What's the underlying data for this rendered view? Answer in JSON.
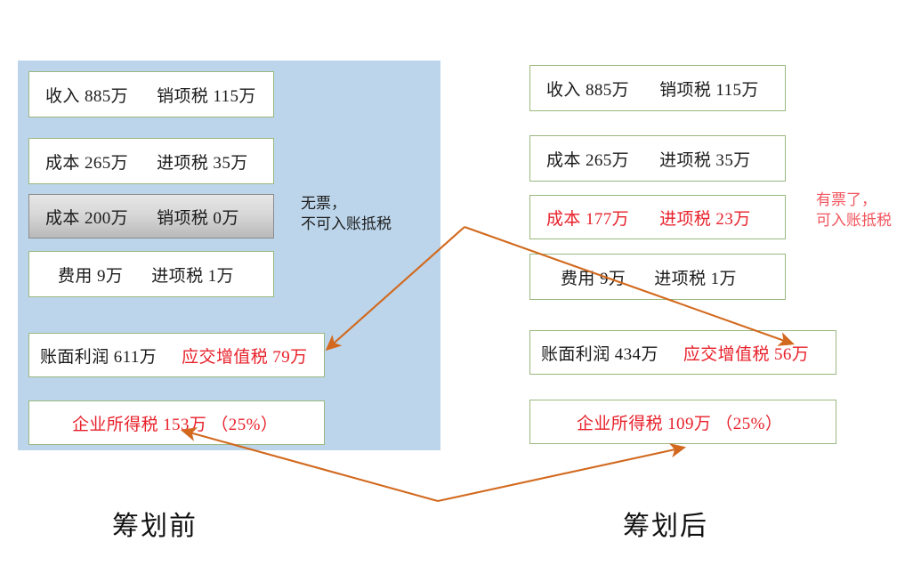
{
  "theme": {
    "panel_blue": "#bcd5ea",
    "box_border_green": "#9ab87f",
    "box_fill": "#fdfdf7",
    "grey_box_border": "#8c8c8c",
    "red_text": "#e8202a",
    "note_red": "#f2565e",
    "arrow_orange": "#d2691e",
    "background": "#ffffff"
  },
  "before": {
    "caption": "筹划前",
    "note": "无票，\n不可入账抵税",
    "rows": [
      {
        "left": "收入 885万",
        "right": "销项税 115万",
        "style": "white"
      },
      {
        "left": "成本 265万",
        "right": "进项税 35万",
        "style": "white"
      },
      {
        "left": "成本 200万",
        "right": "销项税 0万",
        "style": "grey"
      },
      {
        "left": "费用 9万",
        "right": "进项税 1万",
        "style": "white"
      }
    ],
    "profit": {
      "left": "账面利润 611万",
      "right": "应交增值税 79万"
    },
    "income_tax": {
      "label": "企业所得税 153万 （25%）"
    }
  },
  "after": {
    "caption": "筹划后",
    "note": "有票了，\n可入账抵税",
    "rows": [
      {
        "left": "收入 885万",
        "right": "销项税 115万",
        "style": "white"
      },
      {
        "left": "成本 265万",
        "right": "进项税 35万",
        "style": "white"
      },
      {
        "left": "成本 177万",
        "right": "进项税 23万",
        "style": "red"
      },
      {
        "left": "费用 9万",
        "right": "进项税 1万",
        "style": "white"
      }
    ],
    "profit": {
      "left": "账面利润 434万",
      "right": "应交增值税 56万"
    },
    "income_tax": {
      "label": "企业所得税 109万 （25%）"
    }
  }
}
